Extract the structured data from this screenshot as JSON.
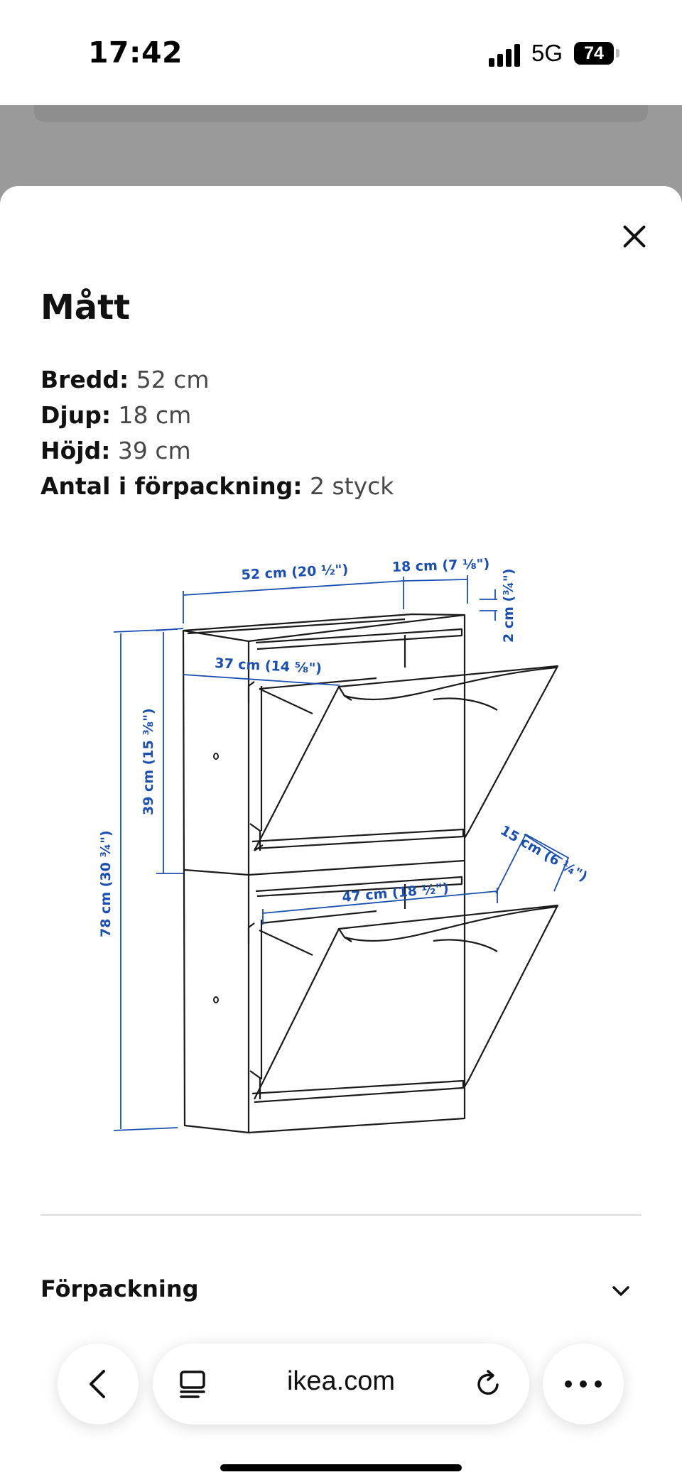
{
  "status_bar": {
    "time": "17:42",
    "network": "5G",
    "battery": "74"
  },
  "dialog": {
    "title": "Mått",
    "specs": [
      {
        "label": "Bredd:",
        "value": "52 cm"
      },
      {
        "label": "Djup:",
        "value": "18 cm"
      },
      {
        "label": "Höjd:",
        "value": "39 cm"
      },
      {
        "label": "Antal i förpackning:",
        "value": "2 styck"
      }
    ],
    "diagram_labels": {
      "width_total": "52 cm (20 ½\")",
      "depth_total": "18 cm (7 ⅛\")",
      "top_thickness": "2 cm (¾\")",
      "inner_width_top": "37 cm (14 ⅝\")",
      "unit_height": "39 cm (15 ⅜\")",
      "total_height": "78 cm (30 ¾\")",
      "drawer_depth": "15 cm (6 ¼\")",
      "inner_width_bottom": "47 cm (18 ½\")"
    },
    "section_packaging": "Förpackning"
  },
  "browser": {
    "url": "ikea.com"
  },
  "colors": {
    "dimension_blue": "#1a4fb0",
    "line": "#1a1a1a"
  }
}
